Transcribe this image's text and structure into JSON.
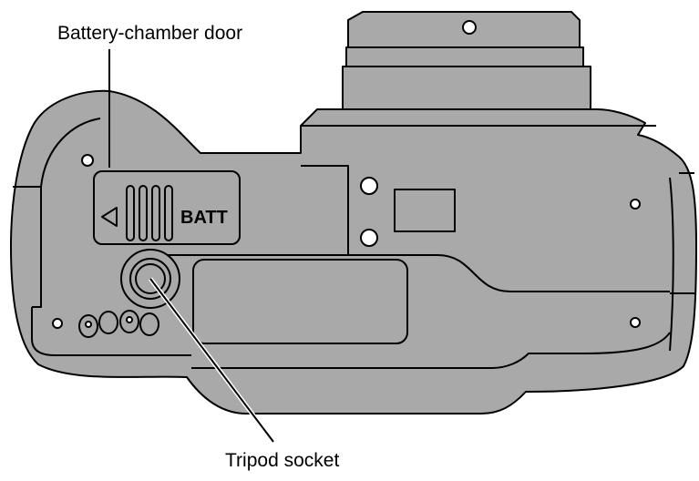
{
  "labels": {
    "battery_door": "Battery-chamber door",
    "tripod_socket": "Tripod socket"
  },
  "door_marking": "BATT",
  "colors": {
    "body_fill": "#a9a9a9",
    "outline": "#000000",
    "background": "#ffffff",
    "hole_fill": "#ffffff"
  }
}
